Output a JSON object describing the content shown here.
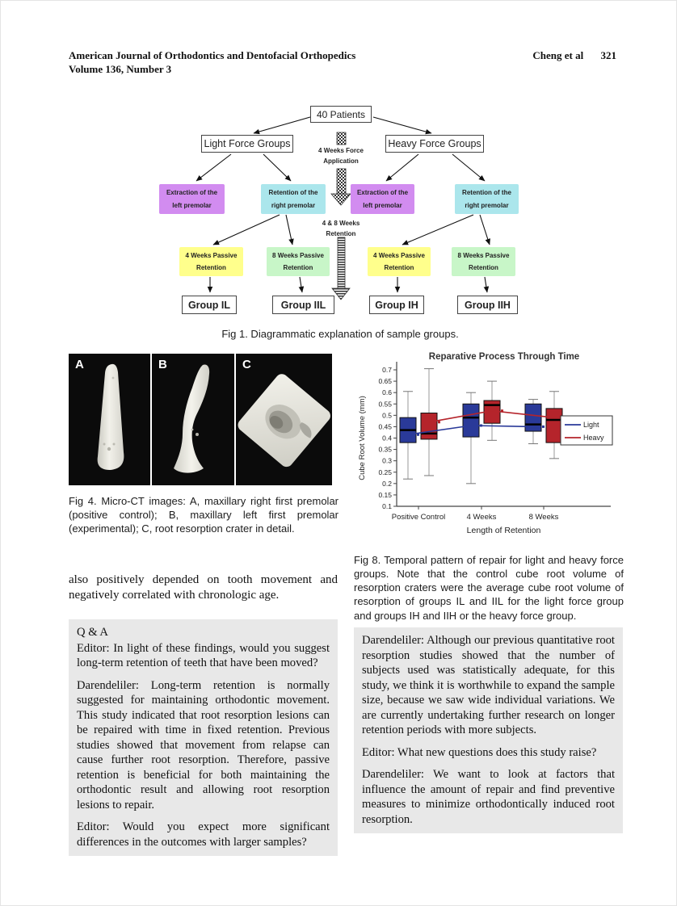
{
  "header": {
    "journal": "American Journal of Orthodontics and Dentofacial Orthopedics",
    "volume": "Volume 136, Number 3",
    "citation": "Cheng et al",
    "page_number": "321"
  },
  "colors": {
    "extraction_bg": "#d28cf0",
    "retention_bg": "#abe6ec",
    "passive4_bg": "#ffff8c",
    "passive8_bg": "#c8f6c8",
    "qa_box_bg": "#e8e8e8",
    "light_series": "#2a3a99",
    "heavy_series": "#b5242b"
  },
  "flowchart": {
    "root": "40 Patients",
    "light_branch": "Light Force Groups",
    "heavy_branch": "Heavy Force Groups",
    "center_force_label": "4 Weeks Force Application",
    "center_retention_label": "4 & 8 Weeks Retention",
    "extraction_label": "Extraction of the left premolar",
    "retention_label": "Retention of the right premolar",
    "passive4_label": "4 Weeks Passive Retention",
    "passive8_label": "8 Weeks Passive Retention",
    "groups": [
      "Group IL",
      "Group IIL",
      "Group IH",
      "Group IIH"
    ]
  },
  "fig1": {
    "caption": "Fig 1.  Diagrammatic explanation of sample groups."
  },
  "fig4": {
    "panels": [
      {
        "label": "A"
      },
      {
        "label": "B"
      },
      {
        "label": "C"
      }
    ],
    "caption": "Fig 4.  Micro-CT images: A, maxillary right first premolar (positive control); B, maxillary left first premolar (experimental); C, root resorption crater in detail."
  },
  "fig8": {
    "caption": "Fig 8.  Temporal pattern of repair for light and heavy force groups. Note that the control cube root volume of resorption craters were the average cube root volume of resorption of groups IL and IIL for the light force group and groups IH and IIH or the heavy force group."
  },
  "chart_data": {
    "type": "boxplot",
    "title": "Reparative Process Through Time",
    "xlabel": "Length of Retention",
    "ylabel": "Cube Root Volume (mm)",
    "ylim": [
      0.1,
      0.7
    ],
    "ytick_step": 0.05,
    "categories": [
      "Positive Control",
      "4 Weeks",
      "8 Weeks"
    ],
    "legend": [
      "Light",
      "Heavy"
    ],
    "legend_position": "right",
    "series": [
      {
        "name": "Light",
        "color": "#2a3a99",
        "boxes": [
          {
            "low": 0.22,
            "q1": 0.38,
            "median": 0.435,
            "q3": 0.49,
            "high": 0.605,
            "mean": 0.415
          },
          {
            "low": 0.2,
            "q1": 0.405,
            "median": 0.49,
            "q3": 0.55,
            "high": 0.6,
            "mean": 0.455
          },
          {
            "low": 0.375,
            "q1": 0.43,
            "median": 0.46,
            "q3": 0.55,
            "high": 0.57,
            "mean": 0.45
          }
        ]
      },
      {
        "name": "Heavy",
        "color": "#b5242b",
        "boxes": [
          {
            "low": 0.235,
            "q1": 0.395,
            "median": 0.42,
            "q3": 0.51,
            "high": 0.705,
            "mean": 0.47
          },
          {
            "low": 0.39,
            "q1": 0.465,
            "median": 0.545,
            "q3": 0.565,
            "high": 0.65,
            "mean": 0.52
          },
          {
            "low": 0.31,
            "q1": 0.38,
            "median": 0.48,
            "q3": 0.53,
            "high": 0.605,
            "mean": 0.49
          }
        ]
      }
    ]
  },
  "left_column": {
    "intro_text": "also positively depended on tooth movement and negatively correlated with chronologic age."
  },
  "qa_left": {
    "heading": "Q & A",
    "paragraphs": [
      "Editor: In light of these findings, would you suggest long-term retention of teeth that have been moved?",
      "Darendeliler: Long-term retention is normally suggested for maintaining orthodontic movement. This study indicated that root resorption lesions can be repaired with time in fixed retention. Previous studies showed that movement from relapse can cause further root resorption. Therefore, passive retention is beneficial for both maintaining the orthodontic result and allowing root resorption lesions to repair.",
      "Editor: Would you expect more significant differences in the outcomes with larger samples?"
    ]
  },
  "qa_right": {
    "paragraphs": [
      "Darendeliler: Although our previous quantitative root resorption studies showed that the number of subjects used was statistically adequate, for this study, we think it is worthwhile to expand the sample size, because we saw wide individual variations. We are currently undertaking further research on longer retention periods with more subjects.",
      "Editor: What new questions does this study raise?",
      "Darendeliler: We want to look at factors that influence the amount of repair and find preventive measures to minimize orthodontically induced root resorption."
    ]
  }
}
